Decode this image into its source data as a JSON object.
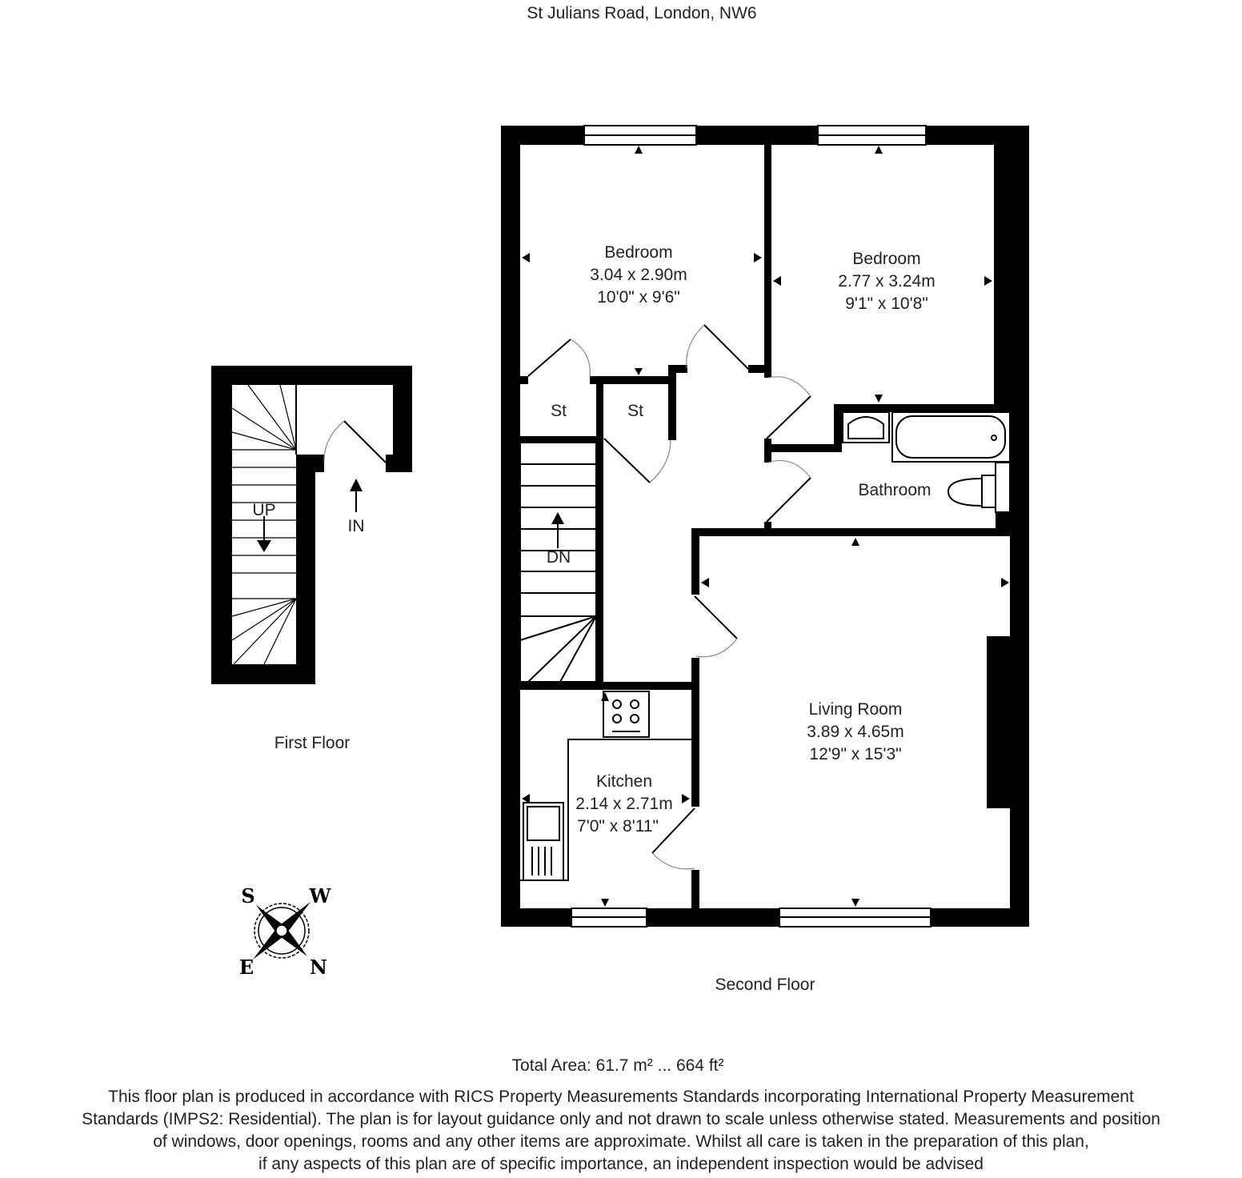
{
  "title": "St Julians Road, London, NW6",
  "floors": {
    "first": {
      "label": "First Floor",
      "up": "UP",
      "in": "IN"
    },
    "second": {
      "label": "Second Floor",
      "dn": "DN"
    }
  },
  "rooms": {
    "bedroom1": {
      "name": "Bedroom",
      "metric": "3.04 x 2.90m",
      "imperial": "10'0\" x 9'6\""
    },
    "bedroom2": {
      "name": "Bedroom",
      "metric": "2.77 x 3.24m",
      "imperial": "9'1\" x 10'8\""
    },
    "store1": {
      "name": "St"
    },
    "store2": {
      "name": "St"
    },
    "bathroom": {
      "name": "Bathroom"
    },
    "living": {
      "name": "Living Room",
      "metric": "3.89 x 4.65m",
      "imperial": "12'9\" x 15'3\""
    },
    "kitchen": {
      "name": "Kitchen",
      "metric": "2.14 x 2.71m",
      "imperial": "7'0\" x 8'11\""
    }
  },
  "compass": {
    "s": "S",
    "w": "W",
    "e": "E",
    "n": "N"
  },
  "total_area": "Total Area: 61.7 m² ... 664 ft²",
  "disclaimer": [
    "This floor plan is produced in accordance with RICS Property Measurements Standards incorporating International Property Measurement",
    "Standards (IMPS2: Residential). The plan is for layout guidance only and not drawn to scale unless otherwise stated. Measurements and position",
    "of windows, door openings, rooms and any other items are approximate. Whilst all care is taken in the preparation of this plan,",
    "if any aspects of this plan are of specific importance, an independent inspection would be advised"
  ]
}
